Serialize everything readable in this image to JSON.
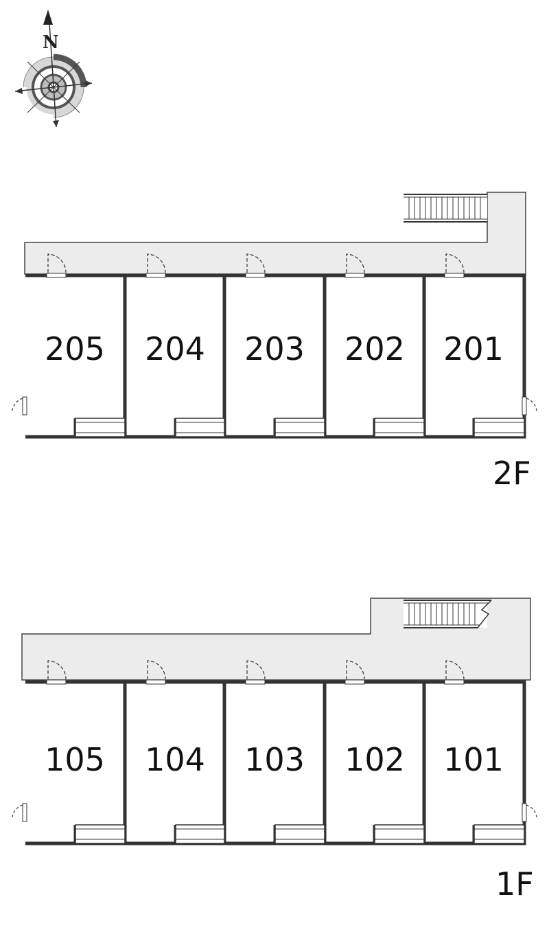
{
  "compass": {
    "north_label": "N",
    "icon": "compass-icon"
  },
  "floors": [
    {
      "label": "2F",
      "units": [
        "205",
        "204",
        "203",
        "202",
        "201"
      ]
    },
    {
      "label": "1F",
      "units": [
        "105",
        "104",
        "103",
        "102",
        "101"
      ]
    }
  ],
  "colors": {
    "wall": "#333333",
    "corridor": "#ececec",
    "line": "#444444",
    "text": "#111111"
  }
}
